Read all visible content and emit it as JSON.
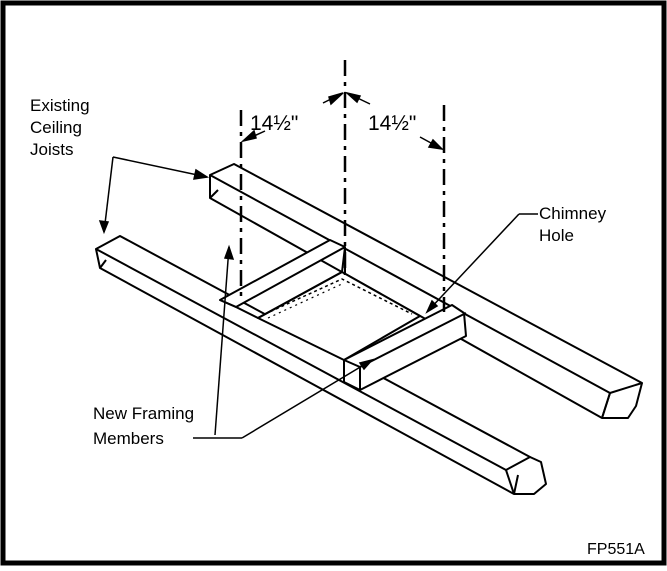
{
  "labels": {
    "joists_line1": "Existing",
    "joists_line2": "Ceiling",
    "joists_line3": "Joists",
    "chimney_line1": "Chimney",
    "chimney_line2": "Hole",
    "framing_line1": "New Framing",
    "framing_line2": "Members"
  },
  "dimensions": {
    "left": "14½\"",
    "right": "14½\""
  },
  "figure_code": "FP551A"
}
